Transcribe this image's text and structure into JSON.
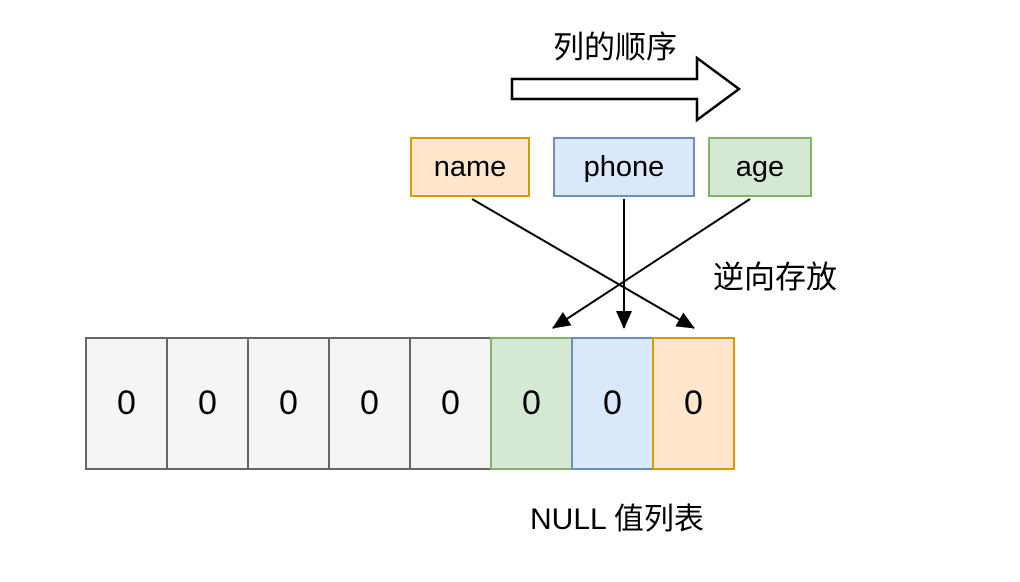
{
  "title": "列的顺序",
  "reverse_note": "逆向存放",
  "bottom_label": "NULL 值列表",
  "columns": [
    {
      "label": "name",
      "fill": "#ffe6cc",
      "border": "#d79b00"
    },
    {
      "label": "phone",
      "fill": "#dae8fc",
      "border": "#6c8ebf"
    },
    {
      "label": "age",
      "fill": "#d5e8d4",
      "border": "#82b366"
    }
  ],
  "null_bitmap": {
    "cells": [
      {
        "value": "0",
        "fill": "#f5f5f5",
        "border": "#666666"
      },
      {
        "value": "0",
        "fill": "#f5f5f5",
        "border": "#666666"
      },
      {
        "value": "0",
        "fill": "#f5f5f5",
        "border": "#666666"
      },
      {
        "value": "0",
        "fill": "#f5f5f5",
        "border": "#666666"
      },
      {
        "value": "0",
        "fill": "#f5f5f5",
        "border": "#666666"
      },
      {
        "value": "0",
        "fill": "#d5e8d4",
        "border": "#82b366"
      },
      {
        "value": "0",
        "fill": "#dae8fc",
        "border": "#6c8ebf"
      },
      {
        "value": "0",
        "fill": "#ffe6cc",
        "border": "#d79b00"
      }
    ]
  },
  "colors": {
    "arrow_stroke": "#000000",
    "block_arrow_fill": "#ffffff",
    "background": "#ffffff"
  }
}
